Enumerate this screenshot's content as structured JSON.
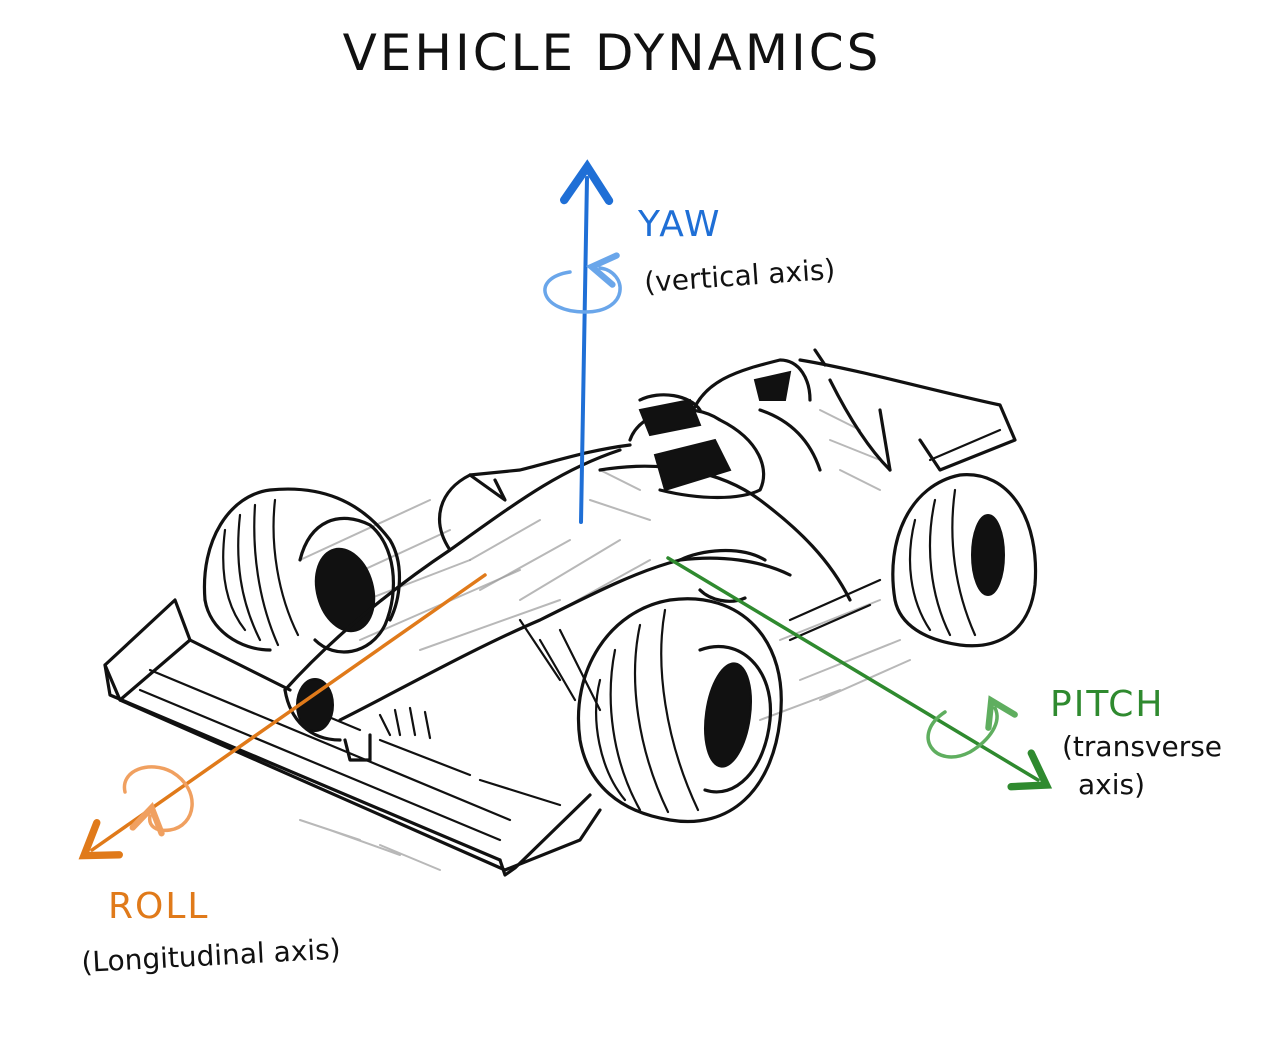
{
  "title": "VEHICLE DYNAMICS",
  "axes": {
    "yaw": {
      "name": "YAW",
      "description": "(vertical axis)",
      "color": "#1f6fd6"
    },
    "pitch": {
      "name": "PITCH",
      "description_line1": "(transverse",
      "description_line2": "axis)",
      "color": "#2f8a2f"
    },
    "roll": {
      "name": "ROLL",
      "description": "(Longitudinal axis)",
      "color": "#e07a1a"
    }
  },
  "icons": {
    "vehicle": "formula-car-sketch",
    "rotation": "curved-rotation-arrow"
  }
}
